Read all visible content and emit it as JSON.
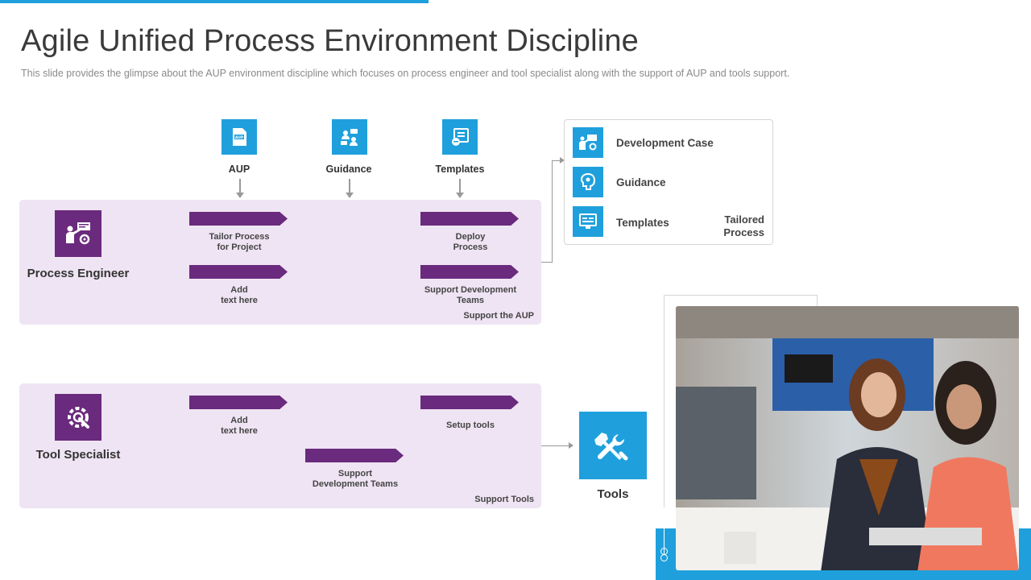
{
  "title": "Agile Unified Process Environment Discipline",
  "subtitle": "This slide provides  the glimpse about the AUP environment  discipline which focuses on process engineer and tool specialist along with the support of AUP and tools support.",
  "top_items": [
    {
      "label": "AUP",
      "icon": "aup-file-icon"
    },
    {
      "label": "Guidance",
      "icon": "guidance-people-icon"
    },
    {
      "label": "Templates",
      "icon": "templates-icon"
    }
  ],
  "process_engineer": {
    "label": "Process Engineer",
    "icon": "engineer-presentation-icon",
    "tags": [
      {
        "text": "Tailor Process\nfor Project"
      },
      {
        "text": "Deploy\nProcess"
      },
      {
        "text": "Add\ntext here"
      },
      {
        "text": "Support Development\nTeams"
      }
    ],
    "corner": "Support the AUP"
  },
  "tool_specialist": {
    "label": "Tool Specialist",
    "icon": "wrench-gear-icon",
    "tags": [
      {
        "text": "Add\ntext here"
      },
      {
        "text": "Setup tools"
      },
      {
        "text": "Support\nDevelopment Teams"
      }
    ],
    "corner": "Support Tools"
  },
  "case_box": {
    "items": [
      {
        "label": "Development Case",
        "icon": "development-case-icon"
      },
      {
        "label": "Guidance",
        "icon": "guidance-brain-icon"
      },
      {
        "label": "Templates",
        "icon": "templates-monitor-icon"
      }
    ],
    "tailored": "Tailored\nProcess"
  },
  "tools": {
    "label": "Tools",
    "icon": "tools-icon"
  },
  "colors": {
    "accent_blue": "#1fa0dc",
    "purple": "#6a2a7d",
    "panel_bg": "#efe4f3"
  }
}
